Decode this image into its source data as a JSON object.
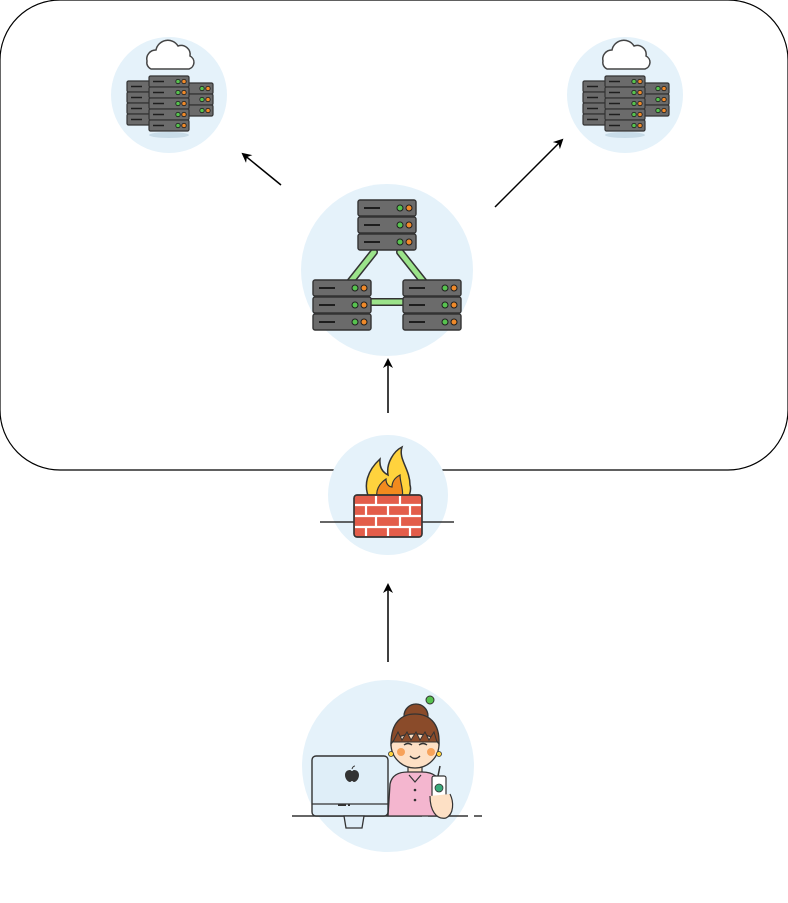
{
  "diagram": {
    "boundary": {
      "label": ""
    },
    "nodes": [
      {
        "id": "cloud-left",
        "icon": "cloud-server-icon"
      },
      {
        "id": "cloud-right",
        "icon": "cloud-server-icon"
      },
      {
        "id": "cluster",
        "icon": "server-cluster-icon"
      },
      {
        "id": "firewall",
        "icon": "firewall-icon"
      },
      {
        "id": "user",
        "icon": "user-at-computer-icon"
      }
    ],
    "edges": [
      {
        "from": "user",
        "to": "firewall"
      },
      {
        "from": "firewall",
        "to": "cluster"
      },
      {
        "from": "cluster",
        "to": "cloud-left"
      },
      {
        "from": "cluster",
        "to": "cloud-right"
      }
    ]
  },
  "colors": {
    "circle_bg": "#e5f2fa",
    "server_body": "#6b6b6b",
    "server_face": "#5a5a5a",
    "led_green": "#57c24f",
    "led_orange": "#f08a2a",
    "link_green": "#9be38a",
    "brick_red": "#e35d4a",
    "flame_orange": "#f28a1e",
    "flame_yellow": "#ffd33d",
    "monitor_blue": "#dfeef8",
    "hair_brown": "#8a4b2a",
    "shirt_pink": "#f4b6cf",
    "skin": "#fde0c5",
    "line": "#000000"
  }
}
